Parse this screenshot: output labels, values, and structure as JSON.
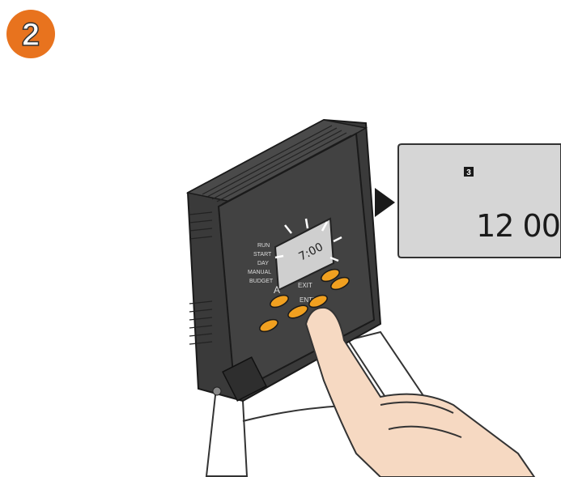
{
  "step": {
    "number": "2",
    "badge_color": "#e8731e"
  },
  "device": {
    "body_color": "#3a3a3a",
    "accent_button_color": "#f0a020",
    "side_labels": [
      "RUN",
      "START",
      "DAY",
      "MANUAL",
      "BUDGET"
    ],
    "panel_labels": {
      "a": "A",
      "exit": "EXIT",
      "enter": "ENTER"
    },
    "small_display_time": "7:00"
  },
  "zoom_display": {
    "indicator": "3",
    "time": "12 00",
    "background": "#d6d6d6"
  },
  "arrow_icon": "right-triangle-icon",
  "hand_icon": "pointing-hand-icon"
}
